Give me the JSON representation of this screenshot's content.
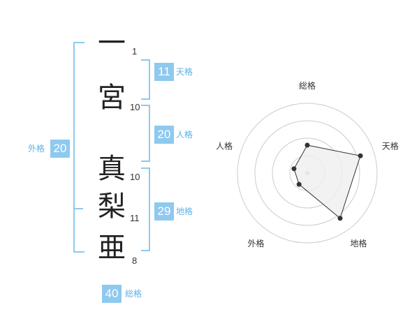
{
  "name": {
    "characters": [
      {
        "char": "一",
        "strokes": "1"
      },
      {
        "char": "宮",
        "strokes": "10"
      },
      {
        "char": "真",
        "strokes": "10"
      },
      {
        "char": "梨",
        "strokes": "11"
      },
      {
        "char": "亜",
        "strokes": "8"
      }
    ]
  },
  "fortunes": {
    "tenkaku": {
      "label": "天格",
      "value": "11"
    },
    "jinkaku": {
      "label": "人格",
      "value": "20"
    },
    "chikaku": {
      "label": "地格",
      "value": "29"
    },
    "gaikaku": {
      "label": "外格",
      "value": "20"
    },
    "soukaku": {
      "label": "総格",
      "value": "40"
    }
  },
  "chart_data": {
    "type": "radar",
    "axes": [
      "総格",
      "天格",
      "地格",
      "外格",
      "人格"
    ],
    "values": [
      2,
      4,
      4,
      1,
      1
    ],
    "max": 5,
    "rings": 4,
    "colors": {
      "fill": "#efefef",
      "line": "#333333",
      "grid": "#cccccc"
    }
  },
  "colors": {
    "accent": "#8ec9ef",
    "accent_text": "#5bb2e8"
  }
}
